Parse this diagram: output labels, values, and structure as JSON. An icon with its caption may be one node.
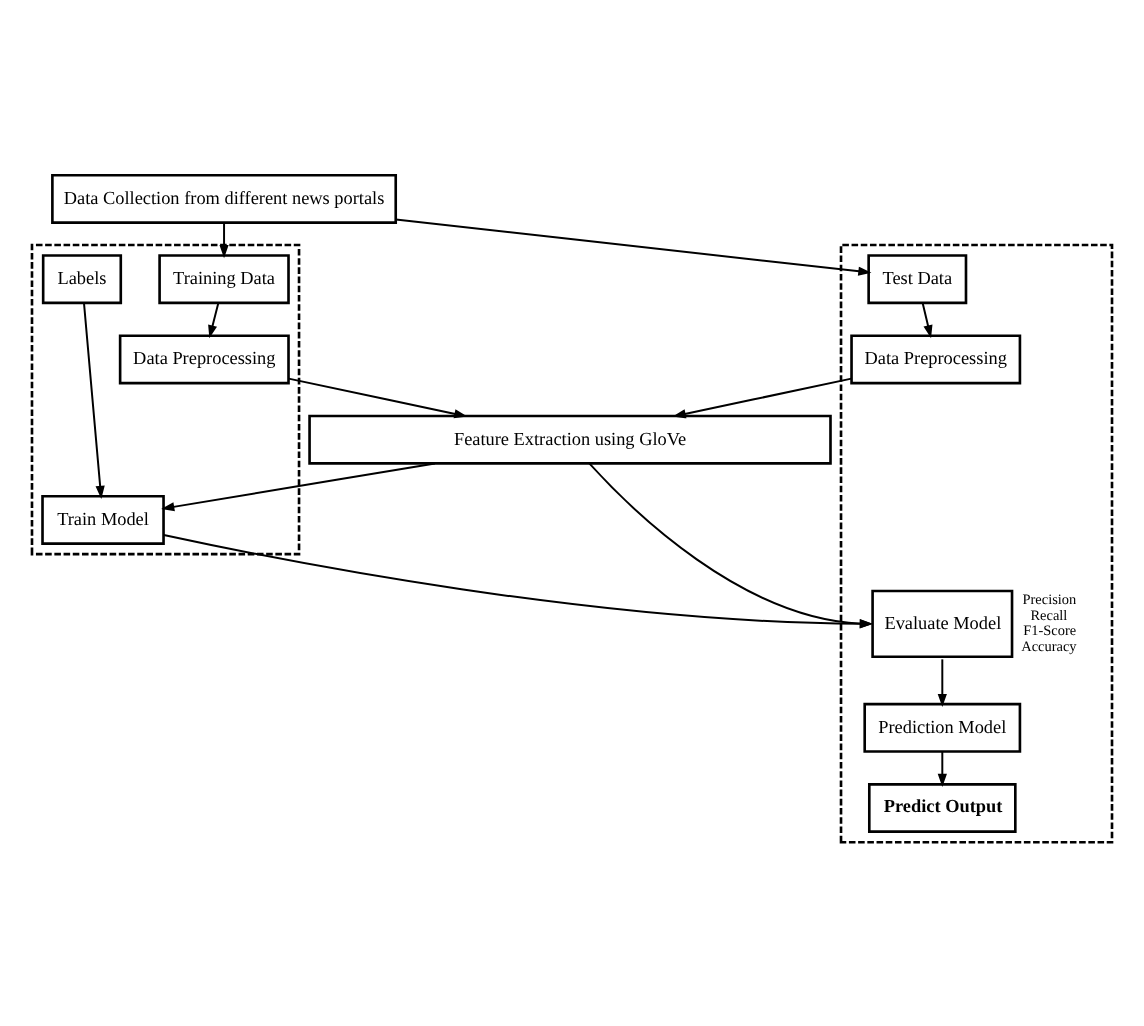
{
  "diagram": {
    "nodes": [
      {
        "text": [
          "Data Collection from different news portals"
        ]
      },
      {
        "text": [],
        "shape": "box"
      },
      {
        "text": [
          "Labels"
        ],
        "in": 1
      },
      {
        "text": [
          "Training Data"
        ],
        "in": 1
      },
      {
        "text": [
          "Data Preprocessing"
        ],
        "in": 1
      },
      {
        "text": [],
        "shape": "box"
      },
      {
        "text": [
          "Test Data"
        ],
        "in": 5
      },
      {
        "text": [
          "Data Preprocessing"
        ],
        "in": 5
      },
      {
        "text": [
          "Feature Extraction using GloVe"
        ]
      },
      {
        "text": [
          "Train Model"
        ],
        "in": 1
      },
      {
        "text": [
          "Evaluate Model"
        ],
        "in": 5,
        "beside": [
          "Precision Recall F1-Score Accuracy"
        ]
      },
      {
        "text": [
          "Prediction Model"
        ],
        "in": 5
      },
      {
        "text": [
          "Predict Output"
        ],
        "in": 5
      }
    ],
    "edges": [
      {
        "from": 0,
        "to": 3,
        "arrow": "to"
      },
      {
        "from": 0,
        "to": 6,
        "arrow": "to"
      },
      {
        "from": 3,
        "to": 4,
        "arrow": "to"
      },
      {
        "from": 6,
        "to": 7,
        "arrow": "to"
      },
      {
        "from": 4,
        "to": 8,
        "arrow": "to"
      },
      {
        "from": 7,
        "to": 8,
        "arrow": "to"
      },
      {
        "from": 8,
        "to": 9,
        "arrow": "to"
      },
      {
        "from": 8,
        "to": 10,
        "arrow": "to"
      },
      {
        "from": 2,
        "to": 9,
        "arrow": "to"
      },
      {
        "from": 9,
        "to": 10,
        "arrow": "to"
      },
      {
        "from": 10,
        "to": 11,
        "arrow": "to"
      },
      {
        "from": 11,
        "to": 12,
        "arrow": "to"
      }
    ]
  }
}
